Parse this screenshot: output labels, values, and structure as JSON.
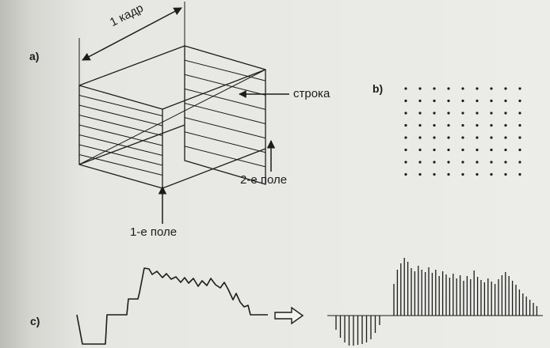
{
  "panels": {
    "a": "a)",
    "b": "b)",
    "c": "c)"
  },
  "labels": {
    "frame": "1 кадр",
    "line": "строка",
    "field1": "1-е поле",
    "field2": "2-е поле"
  },
  "colors": {
    "ink": "#1c1c1c"
  },
  "dots": {
    "rows": 8,
    "cols": 9
  },
  "arrow_icon": "hollow-right-arrow-icon"
}
